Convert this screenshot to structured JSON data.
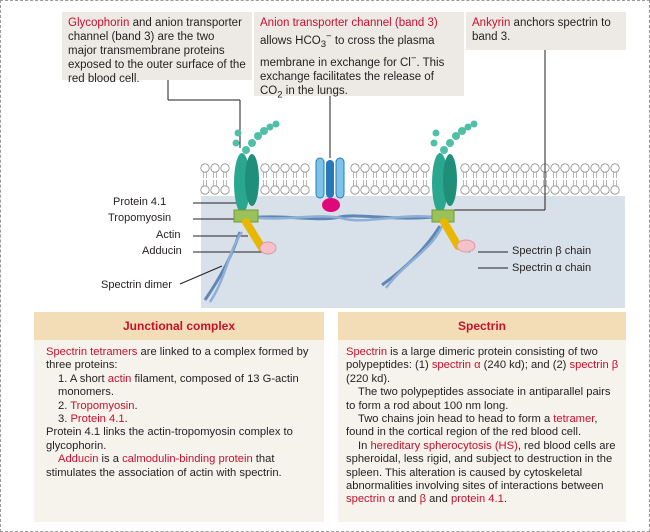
{
  "callouts": {
    "left": {
      "term": "Glycophorin",
      "text": " and anion transporter channel (band 3) are the two major transmembrane proteins exposed to the outer surface of the red blood cell."
    },
    "middle": {
      "term": "Anion transporter channel (band 3)",
      "t1": " allows HCO",
      "t1_sub": "3",
      "t1_sup": "−",
      "t2": " to cross the plasma membrane in exchange for Cl",
      "t2_sup": "−",
      "t3": ". This exchange facilitates the release of CO",
      "t3_sub": "2",
      "t4": " in the lungs."
    },
    "right": {
      "term": "Ankyrin",
      "text": " anchors spectrin to band 3."
    }
  },
  "labels": {
    "protein41": "Protein 4.1",
    "tropomyosin": "Tropomyosin",
    "actin": "Actin",
    "adducin": "Adducin",
    "spectrin_dimer": "Spectrin dimer",
    "spectrin_beta": "Spectrin β chain",
    "spectrin_alpha": "Spectrin α chain"
  },
  "junctional": {
    "title": "Junctional complex",
    "p1_term": "Spectrin tetramers",
    "p1_text": " are linked to a complex formed by three proteins:",
    "i1_a": "1. A short ",
    "i1_term": "actin",
    "i1_b": " filament, composed of 13 G-actin monomers.",
    "i2_a": "2. ",
    "i2_term": "Tropomyosin",
    "i2_b": ".",
    "i3_a": "3. ",
    "i3_term": "Protein 4.1",
    "i3_b": ".",
    "p2": "Protein 4.1 links the actin-tropomyosin complex to glycophorin.",
    "p3_term": "Adducin",
    "p3_a": " is a ",
    "p3_term2": "calmodulin-binding protein",
    "p3_b": " that stimulates the association of actin with spectrin."
  },
  "spectrin": {
    "title": "Spectrin",
    "p1_term": "Spectrin",
    "p1_a": " is a large dimeric protein consisting of two polypeptides: (1) ",
    "p1_term2": "spectrin α",
    "p1_b": " (240 kd); and (2) ",
    "p1_term3": "spectrin β",
    "p1_c": " (220 kd).",
    "p2": "The two polypeptides associate in antiparallel pairs to form a rod about 100 nm long.",
    "p3_a": "Two chains join head to head to form a ",
    "p3_term": "tetramer",
    "p3_b": ", found in the cortical region of the red blood cell.",
    "p4_a": "In ",
    "p4_term": "hereditary spherocytosis",
    "p4_abbr": " (HS)",
    "p4_b": ", red blood cells are spheroidal, less rigid, and subject to destruction in the spleen. This alteration is caused by cytoskeletal abnormalities involving sites of interactions between ",
    "p4_term2": "spectrin α",
    "p4_c": " and ",
    "p4_term3": "β",
    "p4_d": " and ",
    "p4_term4": "protein 4.1",
    "p4_e": "."
  },
  "colors": {
    "red_term": "#c8102e",
    "callout_bg": "#ede9e4",
    "box_head": "#f2ddb6",
    "cytoplasm": "#d8e1ea",
    "glycophorin": "#2aa88f",
    "band3": "#7cc3e8",
    "band3_dark": "#2a78b8",
    "band3_base": "#e0077a",
    "actin": "#f5d31a",
    "adducin": "#f2c2c8",
    "protein41": "#9bc25a",
    "spectrin": "#5f86b5"
  }
}
